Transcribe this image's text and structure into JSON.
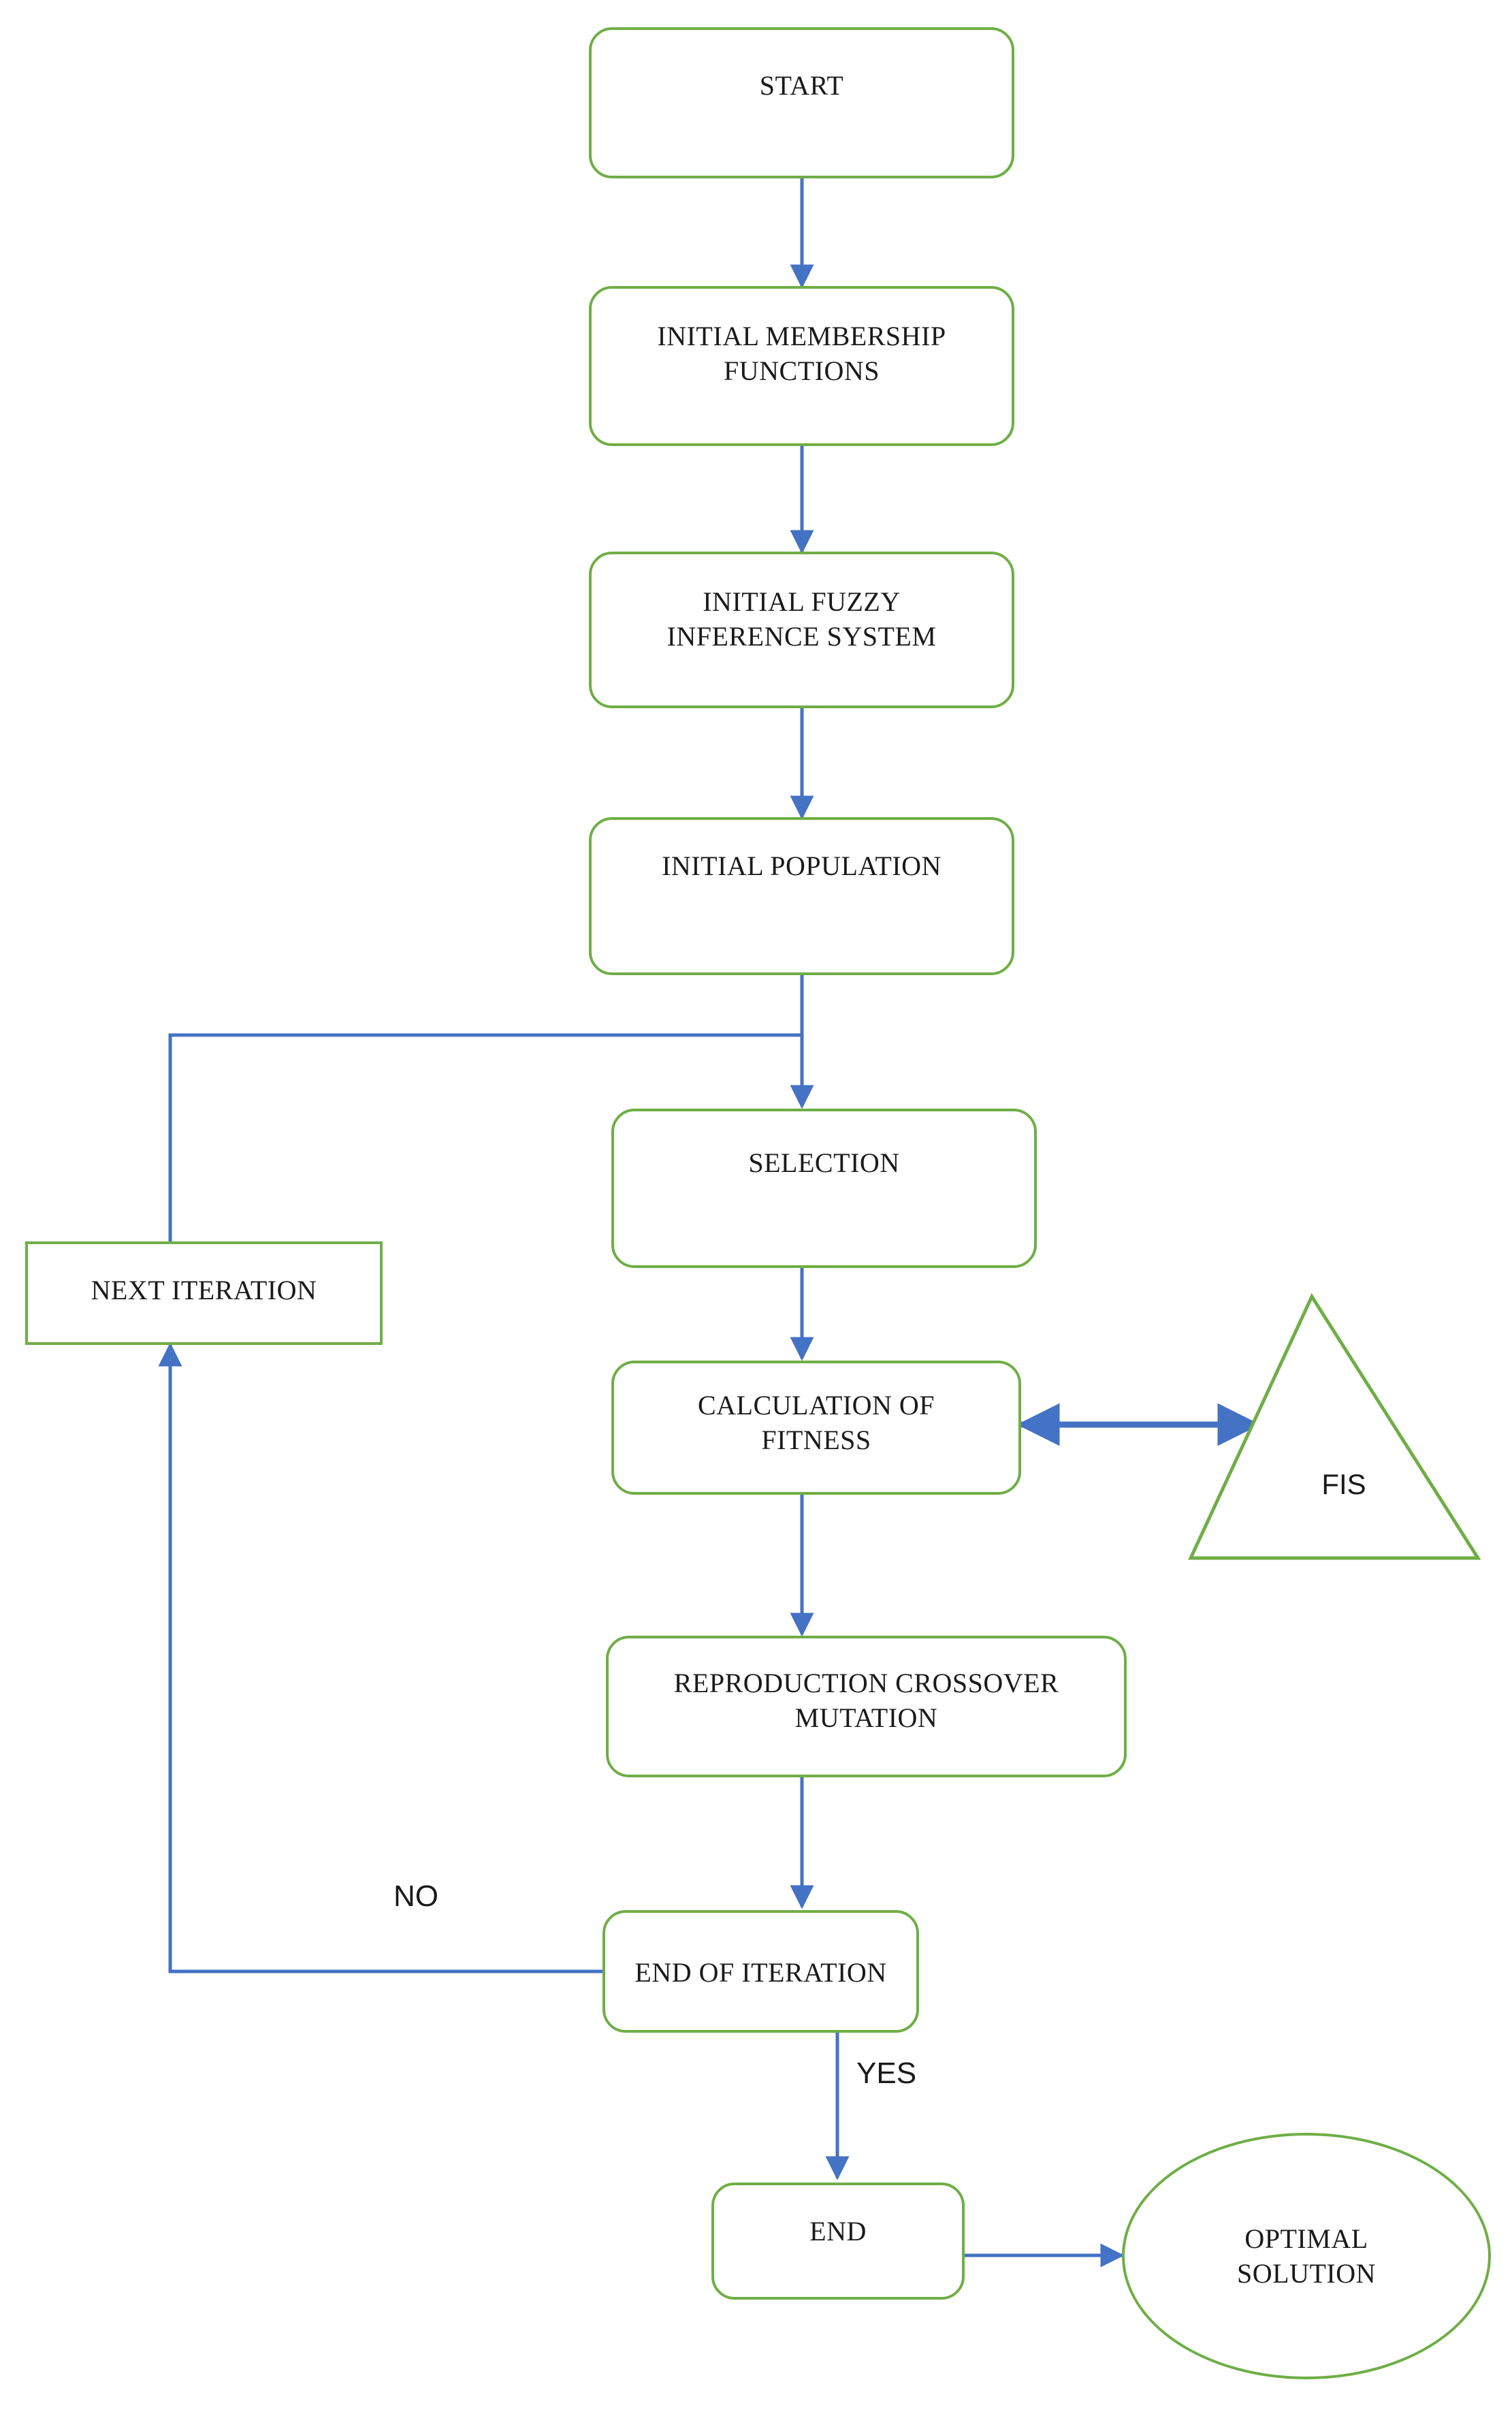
{
  "diagram": {
    "type": "flowchart",
    "title": "Genetic algorithm tuning of a fuzzy inference system",
    "colors": {
      "node_border": "#6fae46",
      "connector": "#4472c4",
      "text": "#1a1a1a",
      "background": "#ffffff"
    },
    "nodes": [
      {
        "id": "start",
        "shape": "rounded-rectangle",
        "label": "START"
      },
      {
        "id": "initial_membership_functions",
        "shape": "rounded-rectangle",
        "label": "INITIAL MEMBERSHIP FUNCTIONS"
      },
      {
        "id": "initial_fuzzy_inference_system",
        "shape": "rounded-rectangle",
        "label": "INITIAL FUZZY INFERENCE SYSTEM"
      },
      {
        "id": "initial_population",
        "shape": "rounded-rectangle",
        "label": "INITIAL POPULATION"
      },
      {
        "id": "selection",
        "shape": "rounded-rectangle",
        "label": "SELECTION"
      },
      {
        "id": "next_iteration",
        "shape": "rectangle",
        "label": "NEXT ITERATION"
      },
      {
        "id": "calculation_of_fitness",
        "shape": "rounded-rectangle",
        "label": "CALCULATION OF FITNESS"
      },
      {
        "id": "fis",
        "shape": "triangle",
        "label": "FIS"
      },
      {
        "id": "reproduction_crossover_mutation",
        "shape": "rounded-rectangle",
        "label": "REPRODUCTION CROSSOVER MUTATION"
      },
      {
        "id": "end_of_iteration",
        "shape": "rounded-rectangle",
        "label": "END OF ITERATION"
      },
      {
        "id": "end",
        "shape": "rounded-rectangle",
        "label": "END"
      },
      {
        "id": "optimal_solution",
        "shape": "ellipse",
        "label": "OPTIMAL SOLUTION"
      }
    ],
    "node_lines": {
      "start": [
        "START"
      ],
      "initial_membership_functions": [
        "INITIAL MEMBERSHIP",
        "FUNCTIONS"
      ],
      "initial_fuzzy_inference_system": [
        "INITIAL FUZZY",
        "INFERENCE SYSTEM"
      ],
      "initial_population": [
        "INITIAL POPULATION"
      ],
      "selection": [
        "SELECTION"
      ],
      "next_iteration": [
        "NEXT ITERATION"
      ],
      "calculation_of_fitness": [
        "CALCULATION OF",
        "FITNESS"
      ],
      "fis": [
        "FIS"
      ],
      "reproduction_crossover_mutation": [
        "REPRODUCTION CROSSOVER",
        "MUTATION"
      ],
      "end_of_iteration": [
        "END OF ITERATION"
      ],
      "end": [
        "END"
      ],
      "optimal_solution": [
        "OPTIMAL",
        "SOLUTION"
      ]
    },
    "edge_labels": {
      "no": "NO",
      "yes": "YES"
    },
    "edges": [
      {
        "from": "start",
        "to": "initial_membership_functions",
        "label": ""
      },
      {
        "from": "initial_membership_functions",
        "to": "initial_fuzzy_inference_system",
        "label": ""
      },
      {
        "from": "initial_fuzzy_inference_system",
        "to": "initial_population",
        "label": ""
      },
      {
        "from": "initial_population",
        "to": "selection",
        "label": ""
      },
      {
        "from": "selection",
        "to": "calculation_of_fitness",
        "label": ""
      },
      {
        "from": "calculation_of_fitness",
        "to": "fis",
        "label": "",
        "bidirectional": true
      },
      {
        "from": "calculation_of_fitness",
        "to": "reproduction_crossover_mutation",
        "label": ""
      },
      {
        "from": "reproduction_crossover_mutation",
        "to": "end_of_iteration",
        "label": ""
      },
      {
        "from": "end_of_iteration",
        "to": "next_iteration",
        "label": "NO"
      },
      {
        "from": "next_iteration",
        "to": "selection",
        "label": ""
      },
      {
        "from": "end_of_iteration",
        "to": "end",
        "label": "YES"
      },
      {
        "from": "end",
        "to": "optimal_solution",
        "label": ""
      }
    ]
  }
}
